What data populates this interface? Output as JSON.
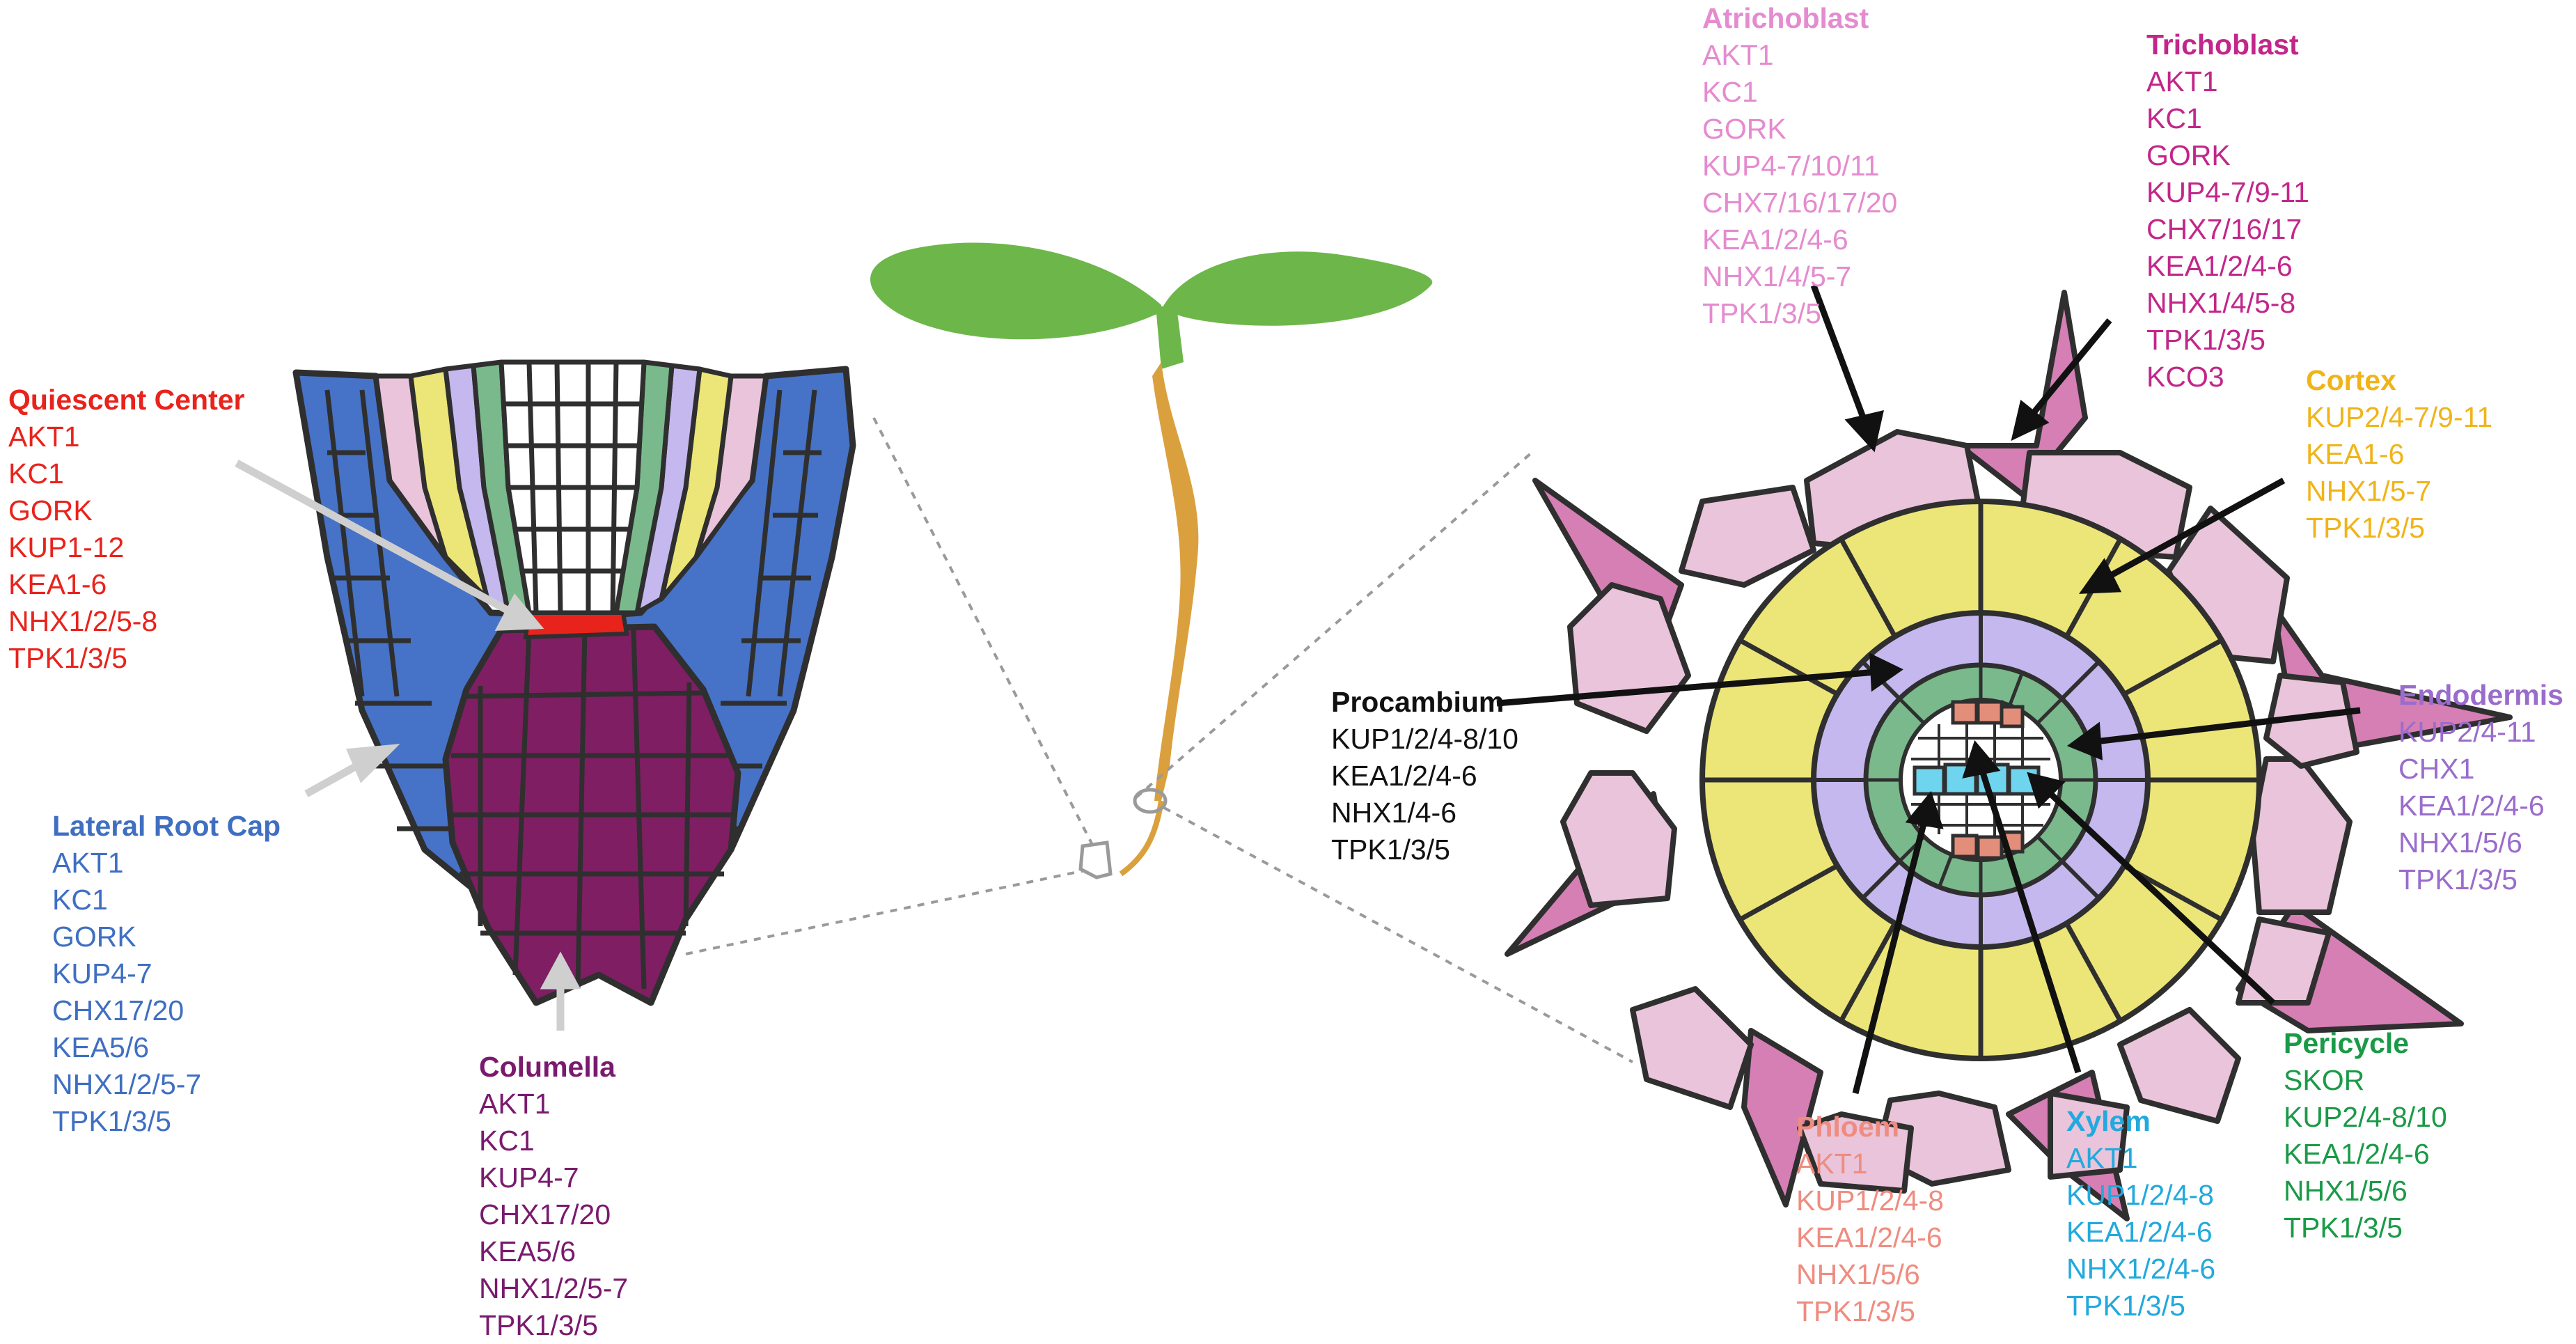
{
  "colors": {
    "quiescent_center": "#e8231c",
    "lateral_root_cap": "#4673c7",
    "columella": "#7f1e63",
    "atrichoblast": "#e9c4da",
    "trichoblast": "#d57fb4",
    "cortex": "#ece578",
    "endodermis": "#c5b8ef",
    "pericycle": "#79b98c",
    "phloem": "#e38e7b",
    "xylem": "#6fd4ee",
    "procambium": "#ffffff",
    "leaf": "#6db74a",
    "hypocotyl": "#dba03e",
    "outline": "#2f2f2f"
  },
  "labels": {
    "quiescent_center": {
      "title": "Quiescent Center",
      "genes": [
        "AKT1",
        "KC1",
        "GORK",
        "KUP1-12",
        "KEA1-6",
        "NHX1/2/5-8",
        "TPK1/3/5"
      ]
    },
    "lateral_root_cap": {
      "title": "Lateral Root Cap",
      "genes": [
        "AKT1",
        "KC1",
        "GORK",
        "KUP4-7",
        "CHX17/20",
        "KEA5/6",
        "NHX1/2/5-7",
        "TPK1/3/5"
      ]
    },
    "columella": {
      "title": "Columella",
      "genes": [
        "AKT1",
        "KC1",
        "KUP4-7",
        "CHX17/20",
        "KEA5/6",
        "NHX1/2/5-7",
        "TPK1/3/5"
      ]
    },
    "atrichoblast": {
      "title": "Atrichoblast",
      "genes": [
        "AKT1",
        "KC1",
        "GORK",
        "KUP4-7/10/11",
        "CHX7/16/17/20",
        "KEA1/2/4-6",
        "NHX1/4/5-7",
        "TPK1/3/5"
      ]
    },
    "trichoblast": {
      "title": "Trichoblast",
      "genes": [
        "AKT1",
        "KC1",
        "GORK",
        "KUP4-7/9-11",
        "CHX7/16/17",
        "KEA1/2/4-6",
        "NHX1/4/5-8",
        "TPK1/3/5",
        "KCO3"
      ]
    },
    "cortex": {
      "title": "Cortex",
      "genes": [
        "KUP2/4-7/9-11",
        "KEA1-6",
        "NHX1/5-7",
        "TPK1/3/5"
      ]
    },
    "endodermis": {
      "title": "Endodermis",
      "genes": [
        "KUP2/4-11",
        "CHX1",
        "KEA1/2/4-6",
        "NHX1/5/6",
        "TPK1/3/5"
      ]
    },
    "procambium": {
      "title": "Procambium",
      "genes": [
        "KUP1/2/4-8/10",
        "KEA1/2/4-6",
        "NHX1/4-6",
        "TPK1/3/5"
      ]
    },
    "phloem": {
      "title": "Phloem",
      "genes": [
        "AKT1",
        "KUP1/2/4-8",
        "KEA1/2/4-6",
        "NHX1/5/6",
        "TPK1/3/5"
      ]
    },
    "xylem": {
      "title": "Xylem",
      "genes": [
        "AKT1",
        "KUP1/2/4-8",
        "KEA1/2/4-6",
        "NHX1/2/4-6",
        "TPK1/3/5"
      ]
    },
    "pericycle": {
      "title": "Pericycle",
      "genes": [
        "SKOR",
        "KUP2/4-8/10",
        "KEA1/2/4-6",
        "NHX1/5/6",
        "TPK1/3/5"
      ]
    }
  }
}
